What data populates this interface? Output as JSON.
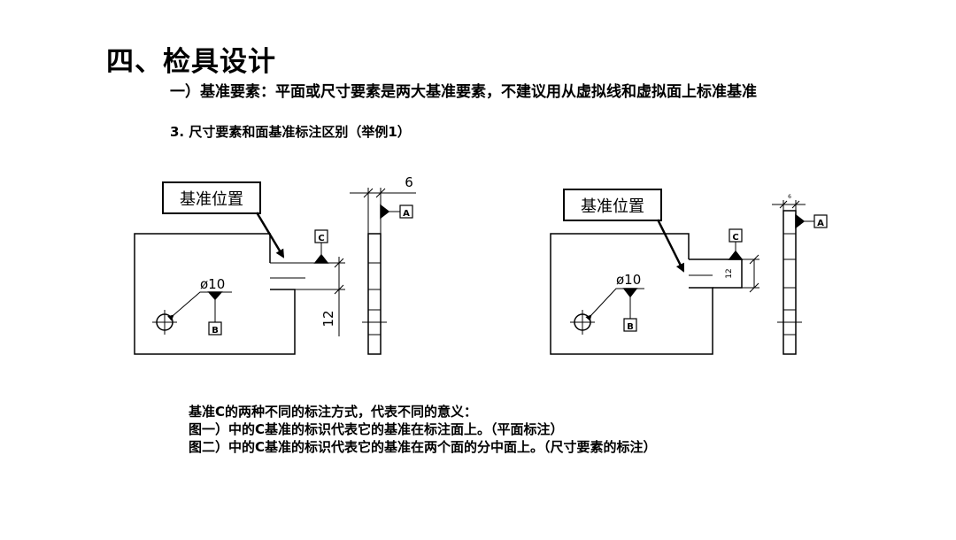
{
  "slide": {
    "title": "四、检具设计",
    "subtitle": "一）基准要素：平面或尺寸要素是两大基准要素，不建议用从虚拟线和虚拟面上标准基准",
    "section": "3. 尺寸要素和面基准标注区别（举例1）"
  },
  "figure1": {
    "callout": "基准位置",
    "hole_dim": "ø10",
    "datum_a": "A",
    "datum_b": "B",
    "datum_c": "C",
    "thickness_dim": "6",
    "slot_dim": "12"
  },
  "figure2": {
    "callout": "基准位置",
    "hole_dim": "ø10",
    "datum_a": "A",
    "datum_b": "B",
    "datum_c": "C",
    "thickness_dim": "6",
    "slot_dim": "12"
  },
  "notes": [
    "基准C的两种不同的标注方式，代表不同的意义：",
    "图一）中的C基准的标识代表它的基准在标注面上。（平面标注）",
    "图二）中的C基准的标识代表它的基准在两个面的分中面上。（尺寸要素的标注）"
  ]
}
